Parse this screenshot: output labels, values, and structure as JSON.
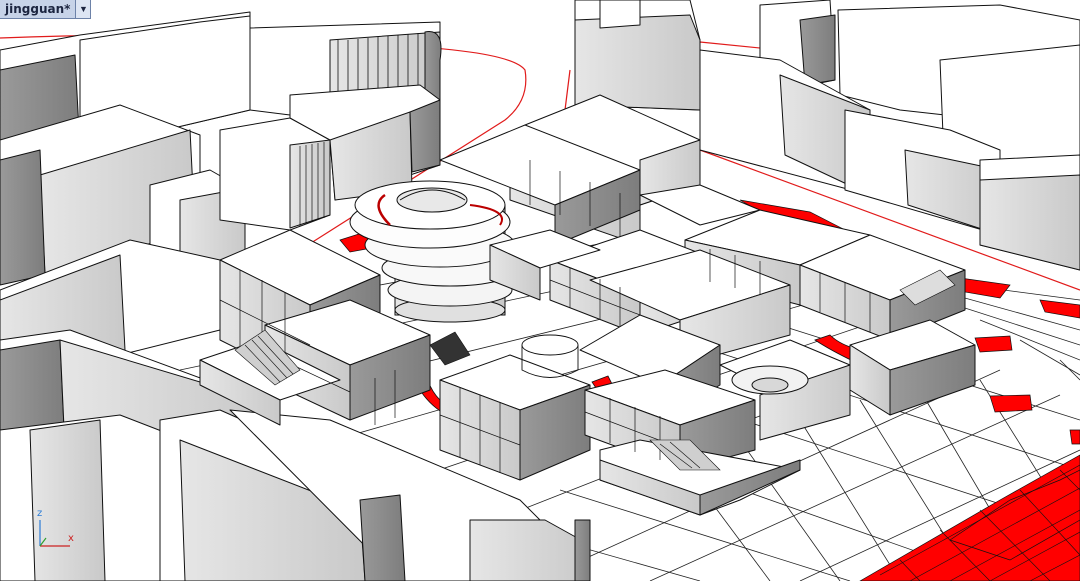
{
  "viewport": {
    "title": "jingguan*",
    "dropdown_icon": "chevron-down-icon"
  },
  "axis": {
    "z_label": "z",
    "x_label": "x"
  },
  "colors": {
    "background": "#ffffff",
    "building_top": "#ffffff",
    "building_side": "#d6d6d6",
    "building_dark": "#8a8a8a",
    "outline": "#111111",
    "highlight": "#ff0000",
    "grid": "#222222",
    "boundary": "#e11b1b",
    "tab_bg": "#c7d3e8"
  }
}
